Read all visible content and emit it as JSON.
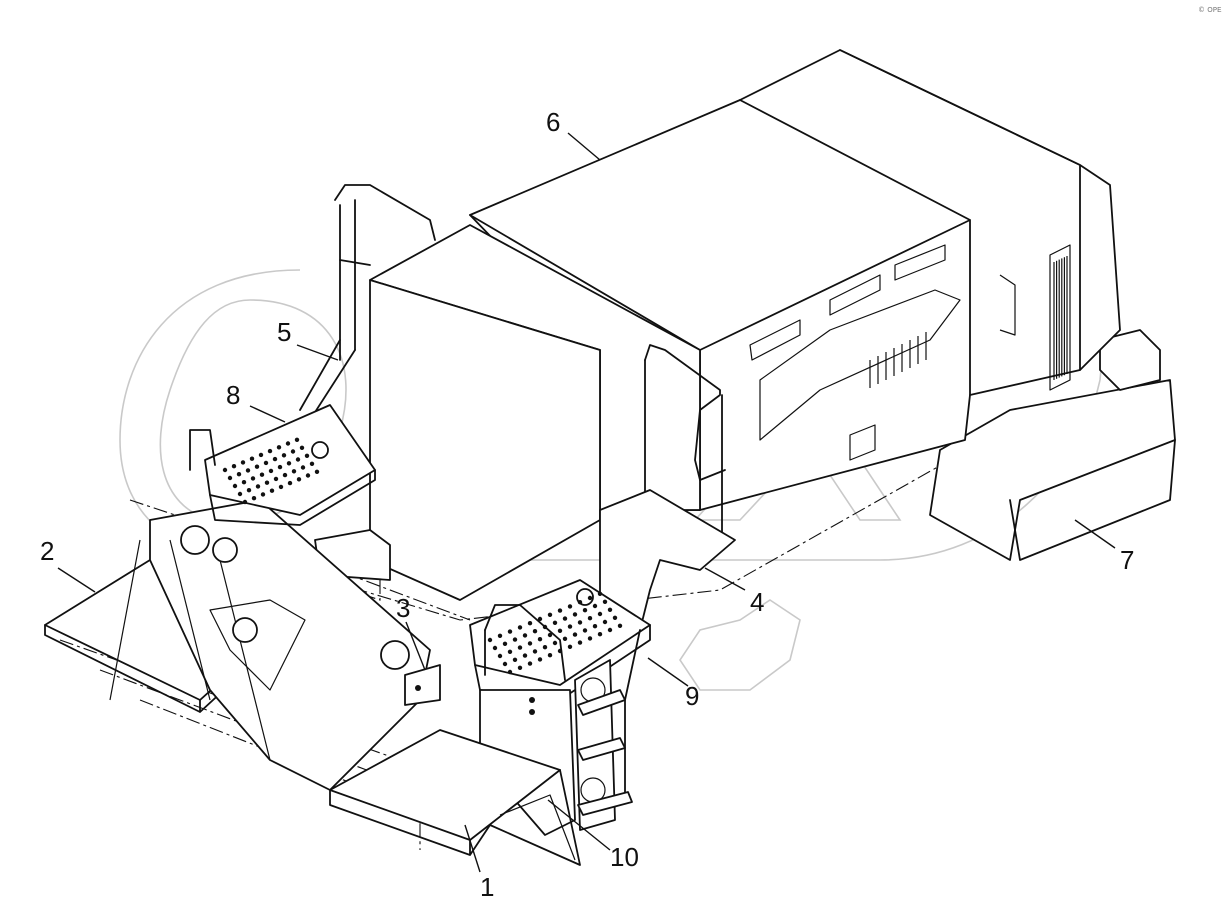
{
  "watermark": {
    "text": "OPEX"
  },
  "corner_mark": "© OPEX",
  "callouts": [
    {
      "id": "1",
      "label": "1"
    },
    {
      "id": "2",
      "label": "2"
    },
    {
      "id": "3",
      "label": "3"
    },
    {
      "id": "4",
      "label": "4"
    },
    {
      "id": "5",
      "label": "5"
    },
    {
      "id": "6",
      "label": "6"
    },
    {
      "id": "7",
      "label": "7"
    },
    {
      "id": "8",
      "label": "8"
    },
    {
      "id": "9",
      "label": "9"
    },
    {
      "id": "10",
      "label": "10"
    }
  ]
}
